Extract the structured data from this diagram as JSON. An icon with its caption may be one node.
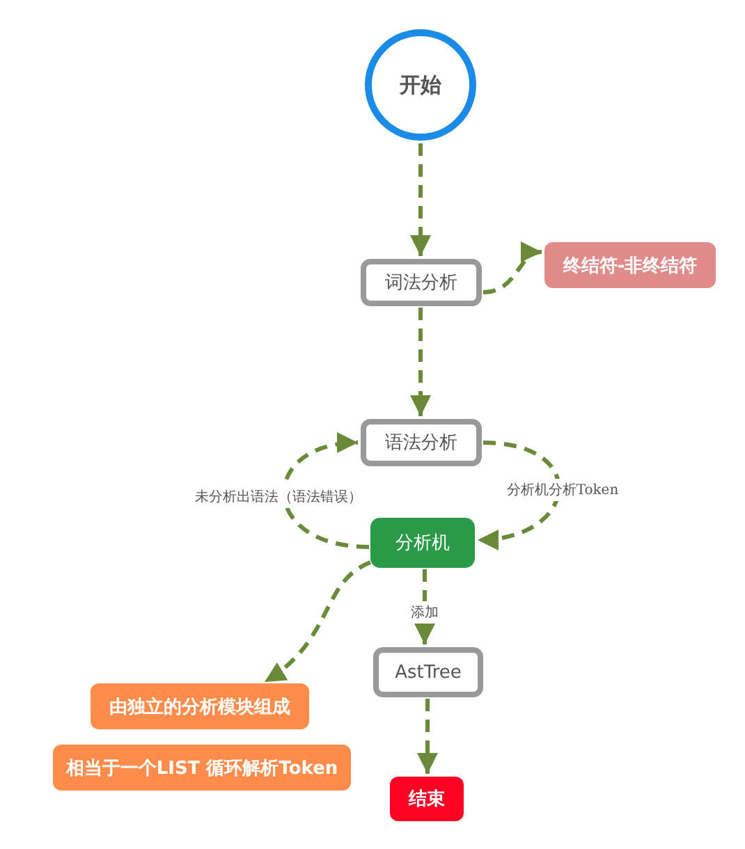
{
  "diagram": {
    "nodes": [
      {
        "text": [
          "开始"
        ]
      },
      {
        "text": [
          "词法分析"
        ]
      },
      {
        "text": [
          "终结符-非终结符"
        ]
      },
      {
        "text": [
          "语法分析"
        ]
      },
      {
        "text": [
          "分析机"
        ]
      },
      {
        "text": [
          "AstTree"
        ]
      },
      {
        "text": [
          "由独立的分析模块组成"
        ]
      },
      {
        "text": [
          "相当于一个LIST 循环解析Token"
        ]
      },
      {
        "text": [
          "结束"
        ]
      }
    ],
    "edges": [
      {
        "from": 0,
        "to": 1,
        "arrow": "to",
        "style": "dashed"
      },
      {
        "from": 1,
        "to": 2,
        "arrow": "to",
        "style": "dashed"
      },
      {
        "from": 1,
        "to": 3,
        "arrow": "to",
        "style": "dashed"
      },
      {
        "from": 3,
        "to": 4,
        "arrow": "to",
        "style": "dashed",
        "label": "分析机分析Token"
      },
      {
        "from": 4,
        "to": 3,
        "arrow": "to",
        "style": "dashed",
        "label": "未分析出语法（语法错误）"
      },
      {
        "from": 4,
        "to": 6,
        "arrow": "to",
        "style": "dashed"
      },
      {
        "from": 4,
        "to": 5,
        "arrow": "to",
        "style": "dashed",
        "label": "添加"
      },
      {
        "from": 5,
        "to": 8,
        "arrow": "to",
        "style": "dashed"
      }
    ]
  }
}
